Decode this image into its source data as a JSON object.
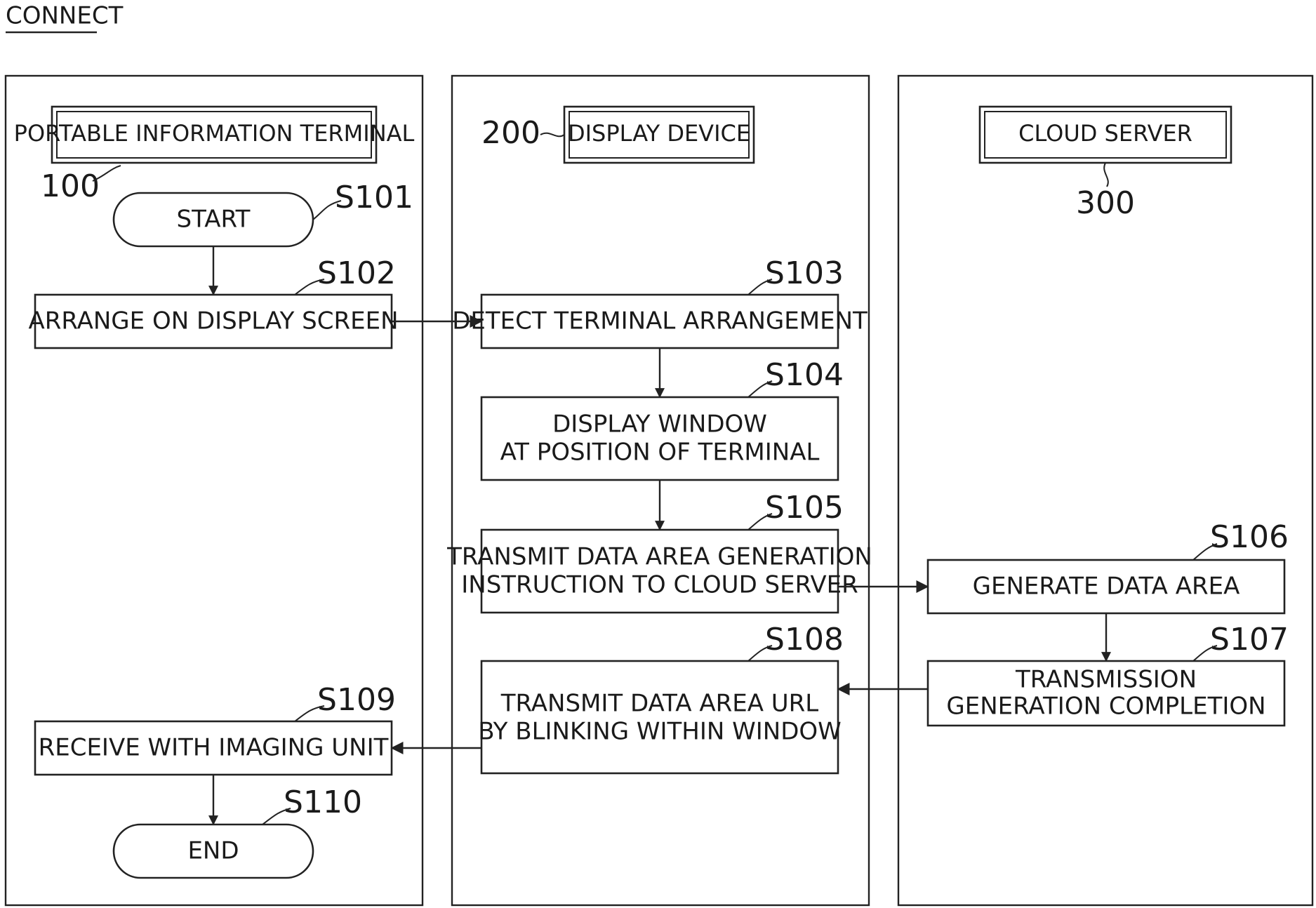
{
  "title": "CONNECT",
  "lanes": {
    "terminal": {
      "header": "PORTABLE INFORMATION TERMINAL",
      "ref": "100"
    },
    "display": {
      "header": "DISPLAY DEVICE",
      "ref": "200"
    },
    "cloud": {
      "header": "CLOUD SERVER",
      "ref": "300"
    }
  },
  "steps": {
    "s101": {
      "id": "S101",
      "lines": [
        "START"
      ]
    },
    "s102": {
      "id": "S102",
      "lines": [
        "ARRANGE ON DISPLAY SCREEN"
      ]
    },
    "s103": {
      "id": "S103",
      "lines": [
        "DETECT TERMINAL ARRANGEMENT"
      ]
    },
    "s104": {
      "id": "S104",
      "lines": [
        "DISPLAY WINDOW",
        "AT POSITION OF TERMINAL"
      ]
    },
    "s105": {
      "id": "S105",
      "lines": [
        "TRANSMIT DATA AREA GENERATION",
        "INSTRUCTION TO CLOUD SERVER"
      ]
    },
    "s106": {
      "id": "S106",
      "lines": [
        "GENERATE DATA AREA"
      ]
    },
    "s107": {
      "id": "S107",
      "lines": [
        "TRANSMISSION",
        "GENERATION COMPLETION"
      ]
    },
    "s108": {
      "id": "S108",
      "lines": [
        "TRANSMIT DATA AREA URL",
        "BY BLINKING WITHIN WINDOW"
      ]
    },
    "s109": {
      "id": "S109",
      "lines": [
        "RECEIVE WITH IMAGING UNIT"
      ]
    },
    "s110": {
      "id": "S110",
      "lines": [
        "END"
      ]
    }
  }
}
